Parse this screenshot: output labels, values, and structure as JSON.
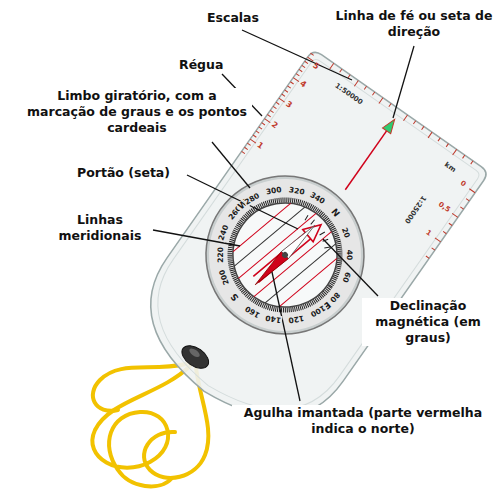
{
  "diagram": {
    "labels": [
      "Escalas",
      "Linha de fé ou seta de direção",
      "Régua",
      "Limbo giratório, com a marcação de graus e os pontos cardeais",
      "Portão (seta)",
      "Linhas meridionais",
      "Declinação magnética (em graus)",
      "Agulha imantada (parte vermelha indica o norte)",
      "N",
      "20",
      "40",
      "60",
      "80",
      "E",
      "100",
      "120",
      "140",
      "160",
      "S",
      "200",
      "220",
      "240",
      "260",
      "W",
      "280",
      "300",
      "320",
      "340",
      "1",
      "2",
      "3",
      "4",
      "5",
      "1:50000",
      "1:25000",
      "0",
      "0,5",
      "1",
      "km"
    ]
  }
}
